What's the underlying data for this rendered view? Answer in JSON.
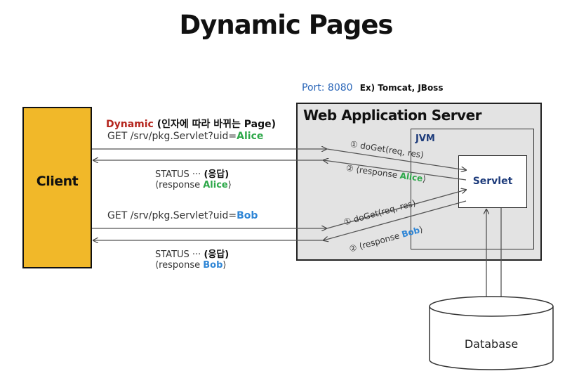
{
  "title": "Dynamic Pages",
  "port": {
    "label": "Port: 8080",
    "example": "Ex) Tomcat, JBoss"
  },
  "client": {
    "label": "Client"
  },
  "was": {
    "label": "Web Application Server",
    "jvm": "JVM",
    "servlet": "Servlet"
  },
  "database": {
    "label": "Database"
  },
  "dynamic": {
    "word": "Dynamic",
    "desc": "(인자에 따라 바뀌는 Page)"
  },
  "alice": {
    "request_prefix": "GET /srv/pkg.Servlet?uid=",
    "user": "Alice",
    "status": "STATUS ··· ",
    "status_bold": "(응답)",
    "response_prefix": "⟨response ",
    "response_suffix": "⟩",
    "call": "① doGet(req, res)",
    "reply_prefix": "② ⟨response ",
    "reply_suffix": "⟩"
  },
  "bob": {
    "request_prefix": "GET /srv/pkg.Servlet?uid=",
    "user": "Bob",
    "status": "STATUS ··· ",
    "status_bold": "(응답)",
    "response_prefix": "⟨response ",
    "response_suffix": "⟩",
    "call": "① doGet(req, res)",
    "reply_prefix": "② ⟨response ",
    "reply_suffix": "⟩"
  },
  "colors": {
    "client": "#f1b829",
    "server": "#e3e3e3",
    "alice": "#2ea84a",
    "bob": "#2f86d6",
    "dynamic": "#b5261e",
    "port": "#2a66b8"
  }
}
